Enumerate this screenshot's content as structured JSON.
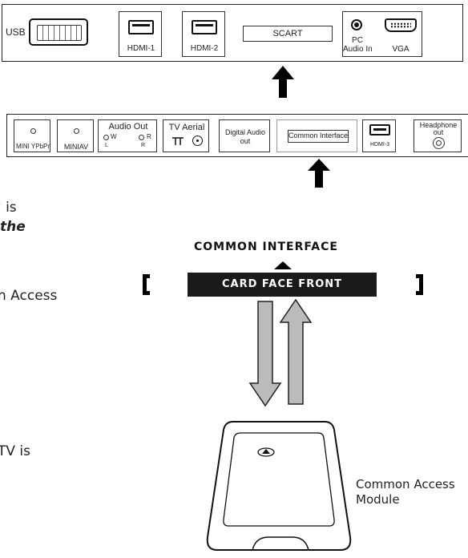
{
  "top_panel": {
    "usb": "USB",
    "hdmi1": "HDMI-1",
    "hdmi2": "HDMI-2",
    "scart": "SCART",
    "pc_audio_line1": "PC",
    "pc_audio_line2": "Audio In",
    "vga": "VGA"
  },
  "side_panel": {
    "mini_ypbpr": "MINI YPbPr",
    "mini_av": "MINIAV",
    "audio_out": "Audio Out",
    "audio_l": "L",
    "audio_w": "W",
    "audio_r": "R",
    "tv_aerial": "TV Aerial",
    "digital_audio_line1": "Digital Audio",
    "digital_audio_line2": "out",
    "common_interface": "Common Interface",
    "hdmi3": "HDMI-3",
    "headphone_line1": "Headphone",
    "headphone_line2": "out"
  },
  "left_text": {
    "line1": "' is",
    "line2": "the",
    "line3": "n Access",
    "line4": "TV is"
  },
  "ci_diagram": {
    "title": "COMMON INTERFACE",
    "card_face": "CARD FACE FRONT",
    "module_line1": "Common Access",
    "module_line2": "Module"
  }
}
